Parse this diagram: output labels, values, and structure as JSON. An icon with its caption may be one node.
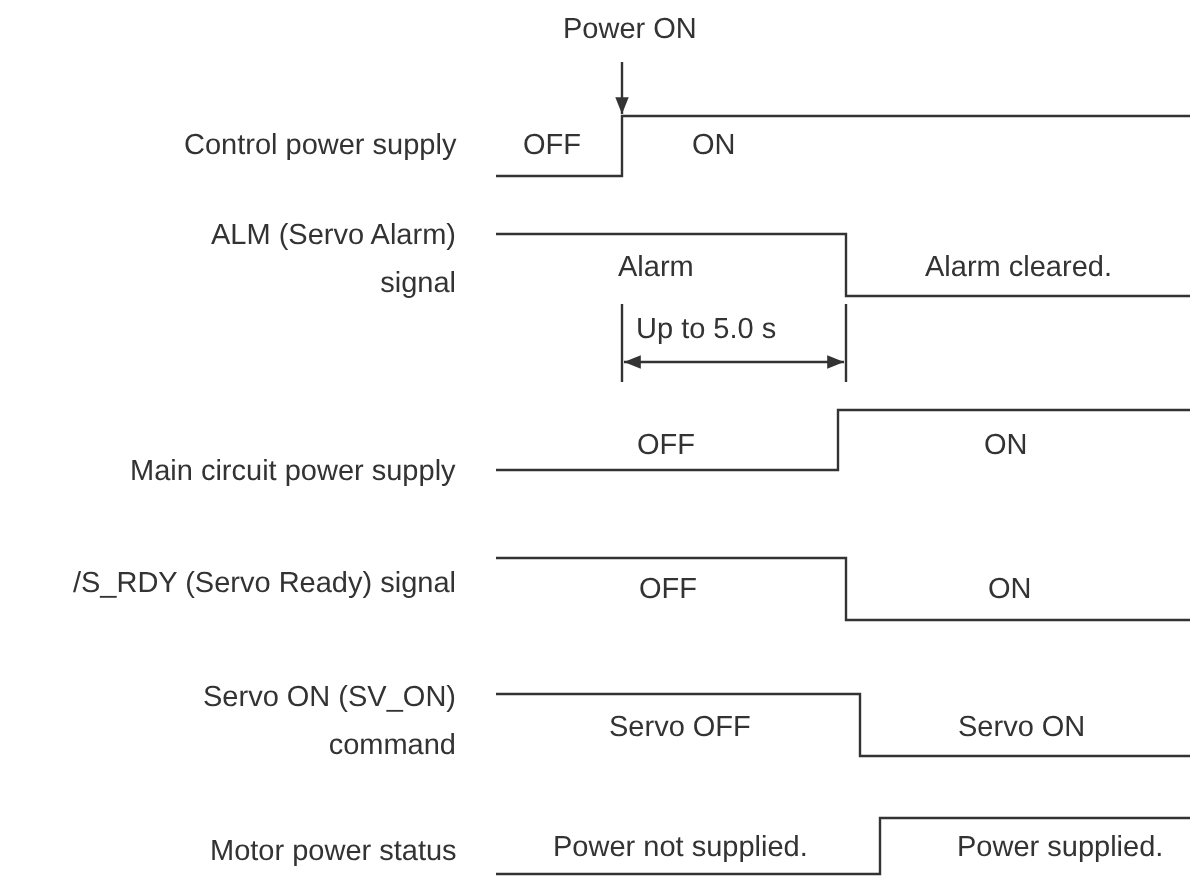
{
  "diagram": {
    "labels": [
      "Power ON",
      "Control power supply",
      "OFF",
      "ON",
      "ALM (Servo Alarm) signal",
      "Alarm",
      "Alarm cleared.",
      "Up to 5.0 s",
      "OFF",
      "ON",
      "Main circuit power supply",
      "/S_RDY (Servo Ready) signal",
      "OFF",
      "ON",
      "Servo ON (SV_ON) command",
      "Servo OFF",
      "Servo ON",
      "Motor power status",
      "Power not supplied.",
      "Power supplied."
    ]
  }
}
